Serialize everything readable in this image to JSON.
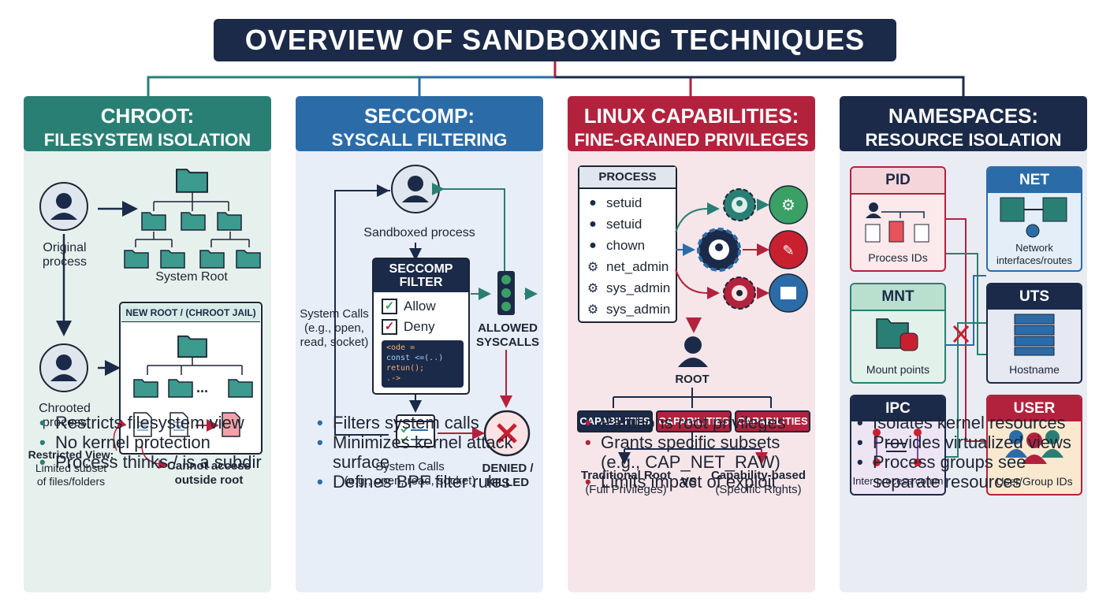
{
  "title": "OVERVIEW OF SANDBOXING TECHNIQUES",
  "colors": {
    "navy": "#1b2a48",
    "teal": "#2a7f74",
    "blue": "#2b6ca8",
    "red": "#b3223d",
    "green": "#3aa066"
  },
  "chroot": {
    "header_line1": "CHROOT:",
    "header_line2": "FILESYSTEM ISOLATION",
    "original_line1": "Original",
    "original_line2": "process",
    "system_root": "System Root",
    "jail_label": "NEW ROOT / (CHROOT JAIL)",
    "ellipsis": "...",
    "chrooted_line1": "Chrooted",
    "chrooted_line2": "process",
    "restricted_line1": "Restricted View:",
    "restricted_line2": "Limited subset",
    "restricted_line3": "of files/folders",
    "cannot_line1": "Cannot access",
    "cannot_line2": "outside root",
    "bullets": [
      "Restricts filesystem view",
      "No kernel protection",
      "Process thinks / is a subdir"
    ]
  },
  "seccomp": {
    "header_line1": "SECCOMP:",
    "header_line2": "SYSCALL FILTERING",
    "sandboxed": "Sandboxed process",
    "filter_line1": "SECCOMP",
    "filter_line2": "FILTER",
    "allow": "Allow",
    "deny": "Deny",
    "code_lines": [
      "<ode =",
      "  const <=(..)",
      "  retun();",
      ".->"
    ],
    "syscalls_left": [
      "System Calls",
      "(e.g., open,",
      "read, socket)"
    ],
    "allowed_line1": "ALLOWED",
    "allowed_line2": "SYSCALLS",
    "syscalls_bottom_line1": "System Calls",
    "syscalls_bottom_line2": "(e.g., open, read, socket)",
    "denied_line1": "DENIED /",
    "denied_line2": "KILLED",
    "bullets": [
      "Filters system calls",
      "Minimizes kernel attack surface",
      "Defines BPF filter rules"
    ]
  },
  "capabilities": {
    "header_line1": "LINUX CAPABILITIES:",
    "header_line2": "FINE-GRAINED PRIVILEGES",
    "process_title": "PROCESS",
    "process_items": [
      {
        "icon": "user-icon",
        "label": "setuid"
      },
      {
        "icon": "user-icon",
        "label": "setuid"
      },
      {
        "icon": "user-icon",
        "label": "chown"
      },
      {
        "icon": "gear-icon",
        "label": "net_admin"
      },
      {
        "icon": "gear-icon",
        "label": "sys_admin"
      },
      {
        "icon": "gear-icon",
        "label": "sys_admin"
      }
    ],
    "root": "ROOT",
    "cap_buttons": [
      "CAPABILITIES",
      "CAPABILITIES",
      "CAPABILITIES"
    ],
    "trad_line1": "Traditional Root",
    "trad_line2": "(Full Privileges)",
    "vs": "vs",
    "capbased_line1": "Capability-based",
    "capbased_line2": "(Specific Rights)",
    "bullets": [
      "Partitions root privileges",
      "Grants specific subsets (e.g., CAP_NET_RAW)",
      "Limits impact of exploit"
    ]
  },
  "namespaces": {
    "header_line1": "NAMESPACES:",
    "header_line2": "RESOURCE ISOLATION",
    "pid_title": "PID",
    "pid_label": "Process IDs",
    "net_title": "NET",
    "net_label_line1": "Network",
    "net_label_line2": "interfaces/routes",
    "mnt_title": "MNT",
    "mnt_label": "Mount points",
    "uts_title": "UTS",
    "uts_label": "Hostname",
    "ipc_title": "IPC",
    "ipc_label": "Inter-process comm",
    "user_title": "USER",
    "user_label": "User/Group IDs",
    "bullets": [
      "Isolates kernel resources",
      "Provides virtualized views",
      "Process groups see separate resources"
    ]
  }
}
